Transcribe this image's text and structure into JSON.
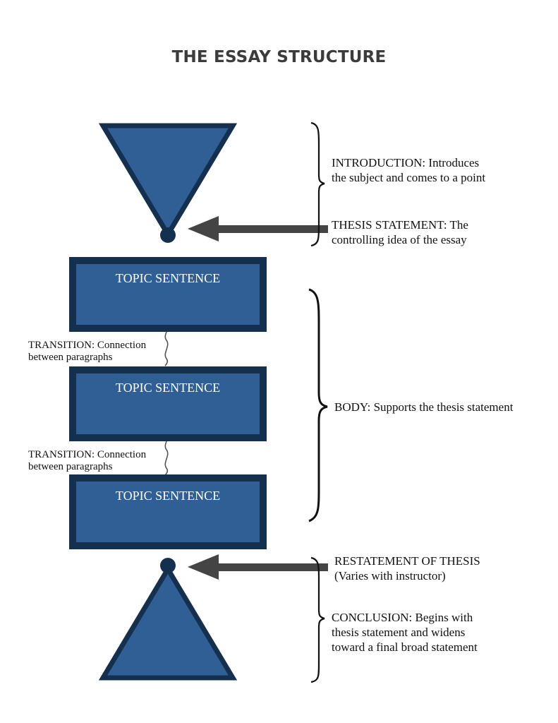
{
  "title": "THE ESSAY STRUCTURE",
  "introduction": {
    "label": "INTRODUCTION: Introduces",
    "label_line2": "the subject and comes to a point"
  },
  "thesis": {
    "label": "THESIS STATEMENT: The",
    "label_line2": "controlling idea of the essay"
  },
  "paragraphs": [
    {
      "label": "TOPIC SENTENCE"
    },
    {
      "label": "TOPIC SENTENCE"
    },
    {
      "label": "TOPIC SENTENCE"
    }
  ],
  "transitions": [
    {
      "label": "TRANSITION: Connection",
      "label_line2": "between paragraphs"
    },
    {
      "label": "TRANSITION: Connection",
      "label_line2": "between paragraphs"
    }
  ],
  "body": {
    "label": "BODY: Supports the thesis statement"
  },
  "restatement": {
    "label": "RESTATEMENT OF THESIS",
    "label_line2": "(Varies with instructor)"
  },
  "conclusion": {
    "label": "CONCLUSION: Begins with",
    "label_line2": "thesis statement and widens",
    "label_line3": "toward a final broad statement"
  },
  "colors": {
    "shape_fill": "#2f5f94",
    "shape_border": "#15304f",
    "arrow": "#444444"
  }
}
